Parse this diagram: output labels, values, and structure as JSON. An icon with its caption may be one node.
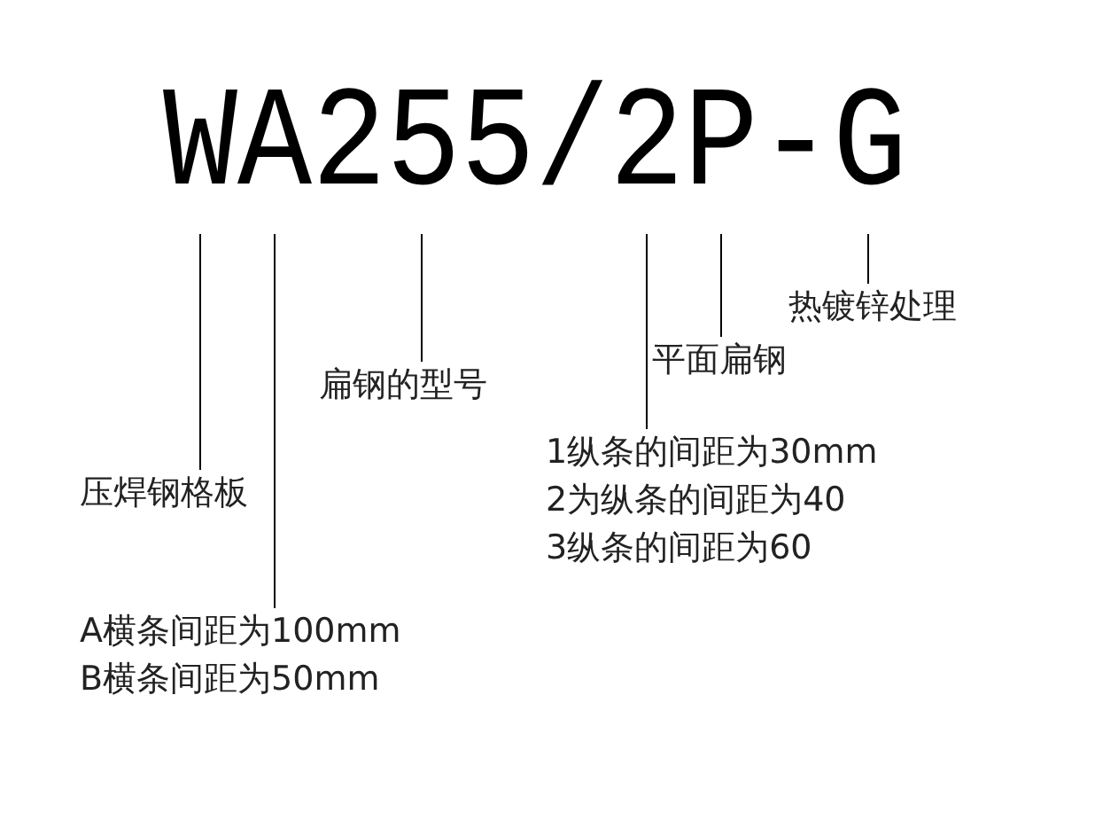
{
  "diagram": {
    "nodes": [
      {
        "text": [
          "压焊钢格板"
        ]
      },
      {
        "text": [
          "A横条间距为100mm",
          "B横条间距为50mm"
        ]
      },
      {
        "text": [
          "扁钢的型号"
        ]
      },
      {
        "text": [
          "1纵条的间距为30mm",
          "2为纵条的间距为40",
          "3纵条的间距为60"
        ]
      },
      {
        "text": [
          "平面扁钢"
        ]
      },
      {
        "text": [
          "热镀锌处理"
        ]
      }
    ],
    "edges": [
      {
        "from": 0,
        "to": null,
        "arrow": "none"
      },
      {
        "from": 1,
        "to": null,
        "arrow": "none"
      },
      {
        "from": 2,
        "to": null,
        "arrow": "none"
      },
      {
        "from": 3,
        "to": null,
        "arrow": "none"
      },
      {
        "from": 4,
        "to": null,
        "arrow": "none"
      },
      {
        "from": 5,
        "to": null,
        "arrow": "none"
      }
    ],
    "labels": [
      "WA255/2P-G"
    ]
  }
}
